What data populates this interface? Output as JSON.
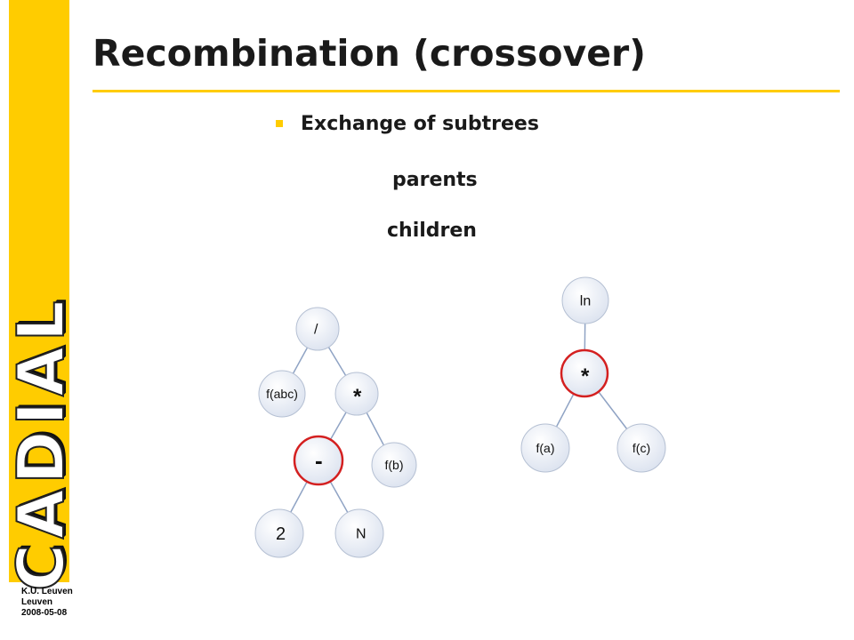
{
  "title": "Recombination (crossover)",
  "bullet": "Exchange of subtrees",
  "labels": {
    "parents": "parents",
    "children": "children"
  },
  "logo": "CADIAL",
  "footer": {
    "line1": "K.U. Leuven",
    "line2": "Leuven",
    "line3": "2008-05-08"
  },
  "colors": {
    "accent": "#ffcc00",
    "highlight": "#d42020",
    "node_fill": "#e3e9f4",
    "edge": "#8fa3c4"
  },
  "trees": [
    {
      "nodes": [
        {
          "id": "n_div",
          "label": "/",
          "highlight": false
        },
        {
          "id": "n_fabc",
          "label": "f(abc)",
          "highlight": false
        },
        {
          "id": "n_mul",
          "label": "*",
          "highlight": false
        },
        {
          "id": "n_minus",
          "label": "-",
          "highlight": true
        },
        {
          "id": "n_fb",
          "label": "f(b)",
          "highlight": false
        },
        {
          "id": "n_2",
          "label": "2",
          "highlight": false
        },
        {
          "id": "n_N",
          "label": "N",
          "highlight": false
        }
      ],
      "edges": [
        [
          "n_div",
          "n_fabc"
        ],
        [
          "n_div",
          "n_mul"
        ],
        [
          "n_mul",
          "n_minus"
        ],
        [
          "n_mul",
          "n_fb"
        ],
        [
          "n_minus",
          "n_2"
        ],
        [
          "n_minus",
          "n_N"
        ]
      ]
    },
    {
      "nodes": [
        {
          "id": "m_ln",
          "label": "ln",
          "highlight": false
        },
        {
          "id": "m_mul",
          "label": "*",
          "highlight": true
        },
        {
          "id": "m_fa",
          "label": "f(a)",
          "highlight": false
        },
        {
          "id": "m_fc",
          "label": "f(c)",
          "highlight": false
        }
      ],
      "edges": [
        [
          "m_ln",
          "m_mul"
        ],
        [
          "m_mul",
          "m_fa"
        ],
        [
          "m_mul",
          "m_fc"
        ]
      ]
    }
  ]
}
